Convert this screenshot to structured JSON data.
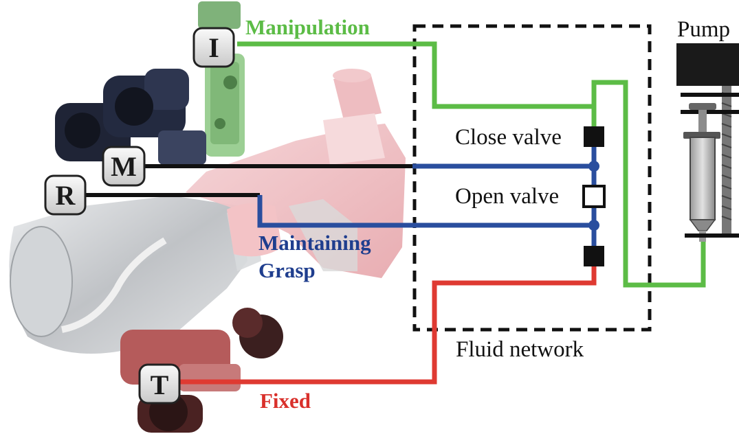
{
  "labels": {
    "manipulation": "Manipulation",
    "maintaining_line1": "Maintaining",
    "maintaining_line2": "Grasp",
    "fixed": "Fixed",
    "pump": "Pump",
    "close_valve": "Close valve",
    "open_valve": "Open valve",
    "fluid_network": "Fluid network"
  },
  "finger_badges": {
    "index": "I",
    "middle": "M",
    "ring": "R",
    "thumb": "T"
  },
  "colors": {
    "manipulation_line": "#5cbc46",
    "maintaining_line": "#2a4e9e",
    "fixed_line": "#df3a32",
    "manipulation_text": "#5cbc46",
    "maintaining_text": "#1f3e8e",
    "fixed_text": "#d9302b",
    "black": "#111111"
  }
}
